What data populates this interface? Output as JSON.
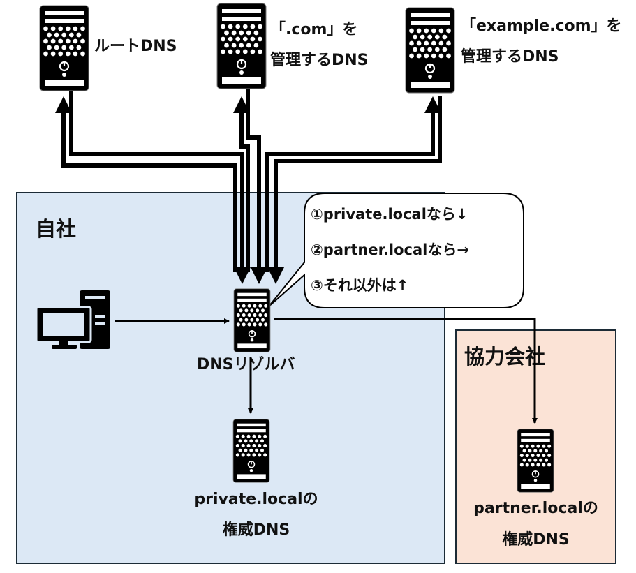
{
  "diagram": {
    "title": "DNS resolver conditional forwarding",
    "colors": {
      "own_zone_fill": "#dce8f5",
      "partner_zone_fill": "#fbe3d6",
      "zone_border": "#1c2b36",
      "line": "#000000"
    },
    "zones": {
      "own": {
        "label": "自社"
      },
      "partner": {
        "label": "協力会社"
      }
    },
    "servers": {
      "root_dns": {
        "label_lines": [
          "ルートDNS"
        ]
      },
      "com_dns": {
        "label_lines": [
          "「.com」を",
          "管理するDNS"
        ]
      },
      "example_dns": {
        "label_lines": [
          "「example.com」を",
          "管理するDNS"
        ]
      },
      "resolver": {
        "label_lines": [
          "DNSリゾルバ"
        ]
      },
      "private_auth": {
        "label_lines": [
          "private.localの",
          "権威DNS"
        ]
      },
      "partner_auth": {
        "label_lines": [
          "partner.localの",
          "権威DNS"
        ]
      }
    },
    "client": {
      "icon": "desktop-computer-icon"
    },
    "callout": {
      "rules": [
        "①private.localなら↓",
        "②partner.localなら→",
        "③それ以外は↑"
      ]
    },
    "connections": [
      {
        "from": "client",
        "to": "resolver",
        "type": "one-way"
      },
      {
        "from": "resolver",
        "to": "root_dns",
        "type": "round-trip"
      },
      {
        "from": "resolver",
        "to": "com_dns",
        "type": "round-trip"
      },
      {
        "from": "resolver",
        "to": "example_dns",
        "type": "round-trip"
      },
      {
        "from": "resolver",
        "to": "private_auth",
        "type": "one-way",
        "condition": "private.local"
      },
      {
        "from": "resolver",
        "to": "partner_auth",
        "type": "one-way",
        "condition": "partner.local"
      }
    ]
  }
}
